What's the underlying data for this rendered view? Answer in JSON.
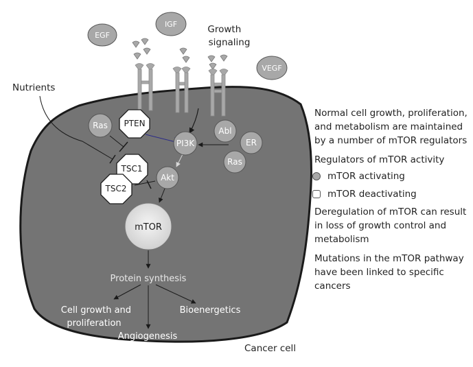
{
  "diagram": {
    "cell_label": "Cancer cell",
    "nutrients": "Nutrients",
    "growth_signaling": [
      "Growth",
      "signaling"
    ],
    "ligands": {
      "egf": "EGF",
      "igf": "IGF",
      "vegf": "VEGF"
    },
    "nodes": {
      "ras_left": "Ras",
      "pten": "PTEN",
      "pi3k": "PI3K",
      "abl": "Abl",
      "er": "ER",
      "ras_right": "Ras",
      "tsc1": "TSC1",
      "tsc2": "TSC2",
      "akt": "Akt",
      "mtor": "mTOR"
    },
    "outputs": {
      "protein_synthesis": "Protein synthesis",
      "cell_growth": [
        "Cell growth and",
        "proliferation"
      ],
      "angiogenesis": "Angiogenesis",
      "bioenergetics": "Bioenergetics"
    }
  },
  "sidebar": {
    "normal_growth": "Normal cell growth, proliferation, and metabolism are maintained by a number of mTOR regulators",
    "regulators_heading": "Regulators of mTOR activity",
    "legend": [
      {
        "label": "mTOR activating",
        "swatch": "circle-grey"
      },
      {
        "label": "mTOR deactivating",
        "swatch": "rounded-square-white"
      }
    ],
    "deregulation": "Deregulation of mTOR can result in loss of growth control and metabolism",
    "mutations": "Mutations in the mTOR pathway have been linked to specific cancers"
  },
  "colors": {
    "cell_fill": "#747474",
    "node_fill": "#a8a8a8",
    "receptor": "#a8a8a8",
    "arrow_dark": "#1a1a1a",
    "arrow_light": "#d8d8d8",
    "pten_inhibit": "#2a2a88"
  }
}
